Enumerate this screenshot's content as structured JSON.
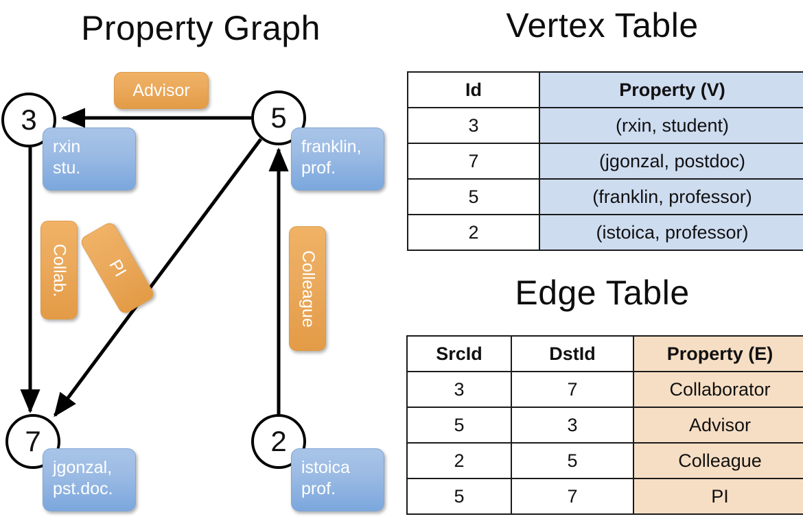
{
  "panels": {
    "graph_title": "Property Graph",
    "vertex_table_title": "Vertex Table",
    "edge_table_title": "Edge Table"
  },
  "graph": {
    "vertices": [
      {
        "id": "3",
        "property": "rxin\nstu."
      },
      {
        "id": "5",
        "property": "franklin,\nprof."
      },
      {
        "id": "7",
        "property": "jgonzal,\npst.doc."
      },
      {
        "id": "2",
        "property": "istoica\nprof."
      }
    ],
    "vertex_labels": {
      "v3": "3",
      "v5": "5",
      "v7": "7",
      "v2": "2"
    },
    "property_boxes": {
      "rxin_line1": "rxin",
      "rxin_line2": "stu.",
      "franklin_line1": "franklin,",
      "franklin_line2": "prof.",
      "jgonzal_line1": "jgonzal,",
      "jgonzal_line2": "pst.doc.",
      "istoica_line1": "istoica",
      "istoica_line2": "prof."
    },
    "edge_labels": {
      "advisor": "Advisor",
      "collab": "Collab.",
      "pi": "PI",
      "colleague": "Colleague"
    },
    "edges": [
      {
        "from": "5",
        "to": "3",
        "label": "Advisor"
      },
      {
        "from": "3",
        "to": "7",
        "label": "Collab."
      },
      {
        "from": "5",
        "to": "7",
        "label": "PI"
      },
      {
        "from": "2",
        "to": "5",
        "label": "Colleague"
      }
    ]
  },
  "vertex_table": {
    "headers": [
      "Id",
      "Property (V)"
    ],
    "rows": [
      {
        "id": "3",
        "property": "(rxin, student)"
      },
      {
        "id": "7",
        "property": "(jgonzal, postdoc)"
      },
      {
        "id": "5",
        "property": "(franklin, professor)"
      },
      {
        "id": "2",
        "property": "(istoica, professor)"
      }
    ]
  },
  "edge_table": {
    "headers": [
      "SrcId",
      "DstId",
      "Property (E)"
    ],
    "rows": [
      {
        "src": "3",
        "dst": "7",
        "property": "Collaborator"
      },
      {
        "src": "5",
        "dst": "3",
        "property": "Advisor"
      },
      {
        "src": "2",
        "dst": "5",
        "property": "Colleague"
      },
      {
        "src": "5",
        "dst": "7",
        "property": "PI"
      }
    ]
  },
  "colors": {
    "vertex_property_fill": "#9dbce4",
    "edge_label_fill": "#eba95c",
    "vertex_table_property_fill": "#cedcf0",
    "edge_table_property_fill": "#f6dec4",
    "stroke": "#000000",
    "background": "#ffffff"
  }
}
